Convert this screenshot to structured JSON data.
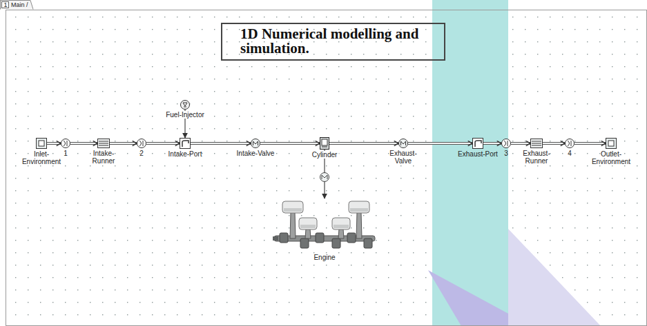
{
  "diagram": {
    "nodes": [
      {
        "text": [
          "1D Numerical modelling and simulation."
        ]
      },
      {
        "text": [
          "Fuel-Injector"
        ]
      },
      {
        "text": [
          "Inlet-Environment"
        ]
      },
      {
        "text": [
          "1"
        ]
      },
      {
        "text": [
          "Intake-Runner"
        ]
      },
      {
        "text": [
          "2"
        ]
      },
      {
        "text": [
          "Intake-Port"
        ]
      },
      {
        "text": [
          "Intake-Valve"
        ]
      },
      {
        "text": [
          "Cylinder"
        ]
      },
      {
        "text": [
          "Exhaust-Valve"
        ]
      },
      {
        "text": [
          "Exhaust-Port"
        ]
      },
      {
        "text": [
          "3"
        ]
      },
      {
        "text": [
          "Exhaust-Runner"
        ]
      },
      {
        "text": [
          "4"
        ]
      },
      {
        "text": [
          "Outlet-Environment"
        ]
      },
      {
        "text": [
          "Engine"
        ]
      }
    ],
    "edges": [
      {
        "from": 2,
        "to": 3,
        "arrow": "to"
      },
      {
        "from": 3,
        "to": 4,
        "arrow": "to"
      },
      {
        "from": 4,
        "to": 5,
        "arrow": "to"
      },
      {
        "from": 5,
        "to": 6,
        "arrow": "to"
      },
      {
        "from": 6,
        "to": 7,
        "arrow": "to"
      },
      {
        "from": 7,
        "to": 8,
        "arrow": "to"
      },
      {
        "from": 8,
        "to": 9,
        "arrow": "to"
      },
      {
        "from": 9,
        "to": 10,
        "arrow": "to"
      },
      {
        "from": 10,
        "to": 11,
        "arrow": "to"
      },
      {
        "from": 11,
        "to": 12,
        "arrow": "to"
      },
      {
        "from": 12,
        "to": 13,
        "arrow": "to"
      },
      {
        "from": 13,
        "to": 14,
        "arrow": "to"
      },
      {
        "from": 1,
        "to": 6,
        "arrow": "to"
      },
      {
        "from": 8,
        "to": 15,
        "arrow": "to"
      }
    ],
    "labels": [
      "1",
      "Main /"
    ]
  }
}
